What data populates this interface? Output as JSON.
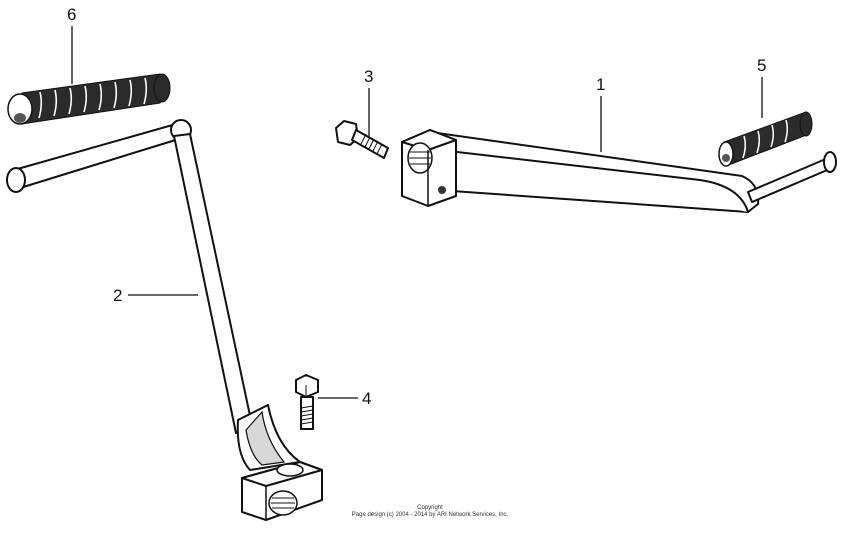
{
  "callouts": [
    {
      "id": "1",
      "label": "1"
    },
    {
      "id": "2",
      "label": "2"
    },
    {
      "id": "3",
      "label": "3"
    },
    {
      "id": "4",
      "label": "4"
    },
    {
      "id": "5",
      "label": "5"
    },
    {
      "id": "6",
      "label": "6"
    }
  ],
  "copyright": {
    "line1": "Copyright",
    "line2": "Page design (c) 2004 - 2014 by ARI Network Services, Inc."
  }
}
